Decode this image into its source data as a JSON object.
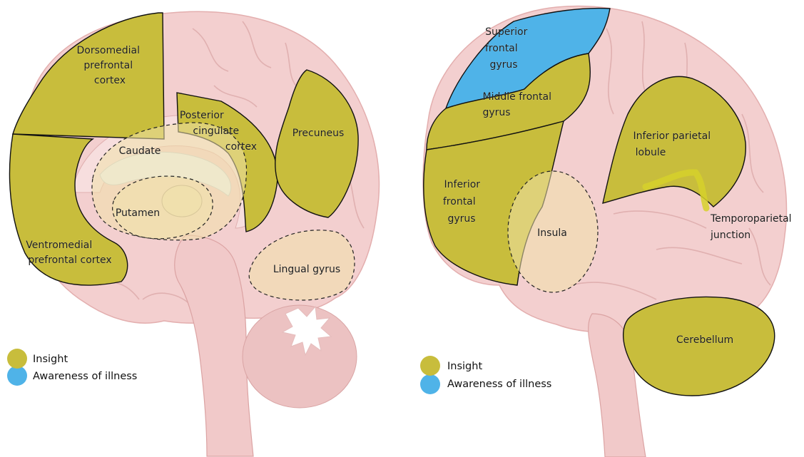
{
  "colors": {
    "insight": "#c8bd3c",
    "awareness": "#4fb3e8",
    "brain": "#f3cfcf",
    "brain_dark": "#e8b3b3"
  },
  "left": {
    "labels": {
      "dmpfc": [
        "Dorsomedial",
        "prefrontal",
        "cortex"
      ],
      "pcc": [
        "Posterior",
        "cingulate",
        "cortex"
      ],
      "precuneus": "Precuneus",
      "caudate": "Caudate",
      "putamen": "Putamen",
      "vmpfc": [
        "Ventromedial",
        "prefrontal cortex"
      ],
      "lingual": "Lingual gyrus"
    },
    "legend": {
      "insight": "Insight",
      "awareness": "Awareness of illness"
    }
  },
  "right": {
    "labels": {
      "sfg": [
        "Superior",
        "frontal",
        "gyrus"
      ],
      "mfg": [
        "Middle frontal",
        "gyrus"
      ],
      "ipl": [
        "Inferior parietal",
        "lobule"
      ],
      "ifg": [
        "Inferior",
        "frontal",
        "gyrus"
      ],
      "insula": "Insula",
      "tpj": [
        "Temporoparietal",
        "junction"
      ],
      "cerebellum": "Cerebellum"
    },
    "legend": {
      "insight": "Insight",
      "awareness": "Awareness of illness"
    }
  }
}
